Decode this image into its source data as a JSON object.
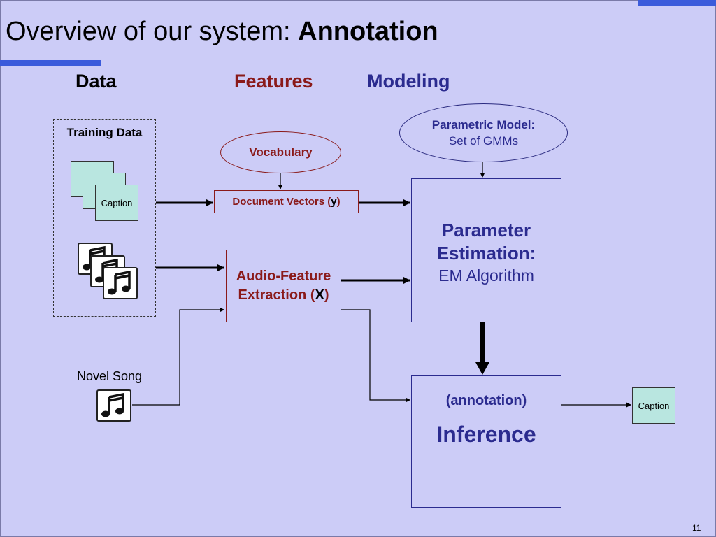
{
  "slide": {
    "title_prefix": "Overview of our system: ",
    "title_bold": "Annotation",
    "page_number": "11"
  },
  "columns": {
    "data": "Data",
    "features": "Features",
    "modeling": "Modeling"
  },
  "training": {
    "label": "Training Data",
    "caption_label": "Caption"
  },
  "vocabulary": {
    "label": "Vocabulary"
  },
  "document_vectors": {
    "label": "Document Vectors (",
    "var": "y",
    "close": ")"
  },
  "audio_feature": {
    "line1": "Audio-Feature",
    "line2": "Extraction (",
    "var": "X",
    "close": ")"
  },
  "parametric_model": {
    "line1": "Parametric Model:",
    "line2": "Set of GMMs"
  },
  "parameter_estimation": {
    "line1": "Parameter",
    "line2": "Estimation:",
    "line3": "EM Algorithm"
  },
  "inference": {
    "line1": "(annotation)",
    "line2": "Inference"
  },
  "novel_song": {
    "label": "Novel Song"
  },
  "output": {
    "caption_label": "Caption"
  },
  "colors": {
    "background": "#ccccf7",
    "accent": "#3b5bdb",
    "features_red": "#8a1a1a",
    "modeling_blue": "#2b2b8f",
    "caption_fill": "#b9e6e0"
  }
}
